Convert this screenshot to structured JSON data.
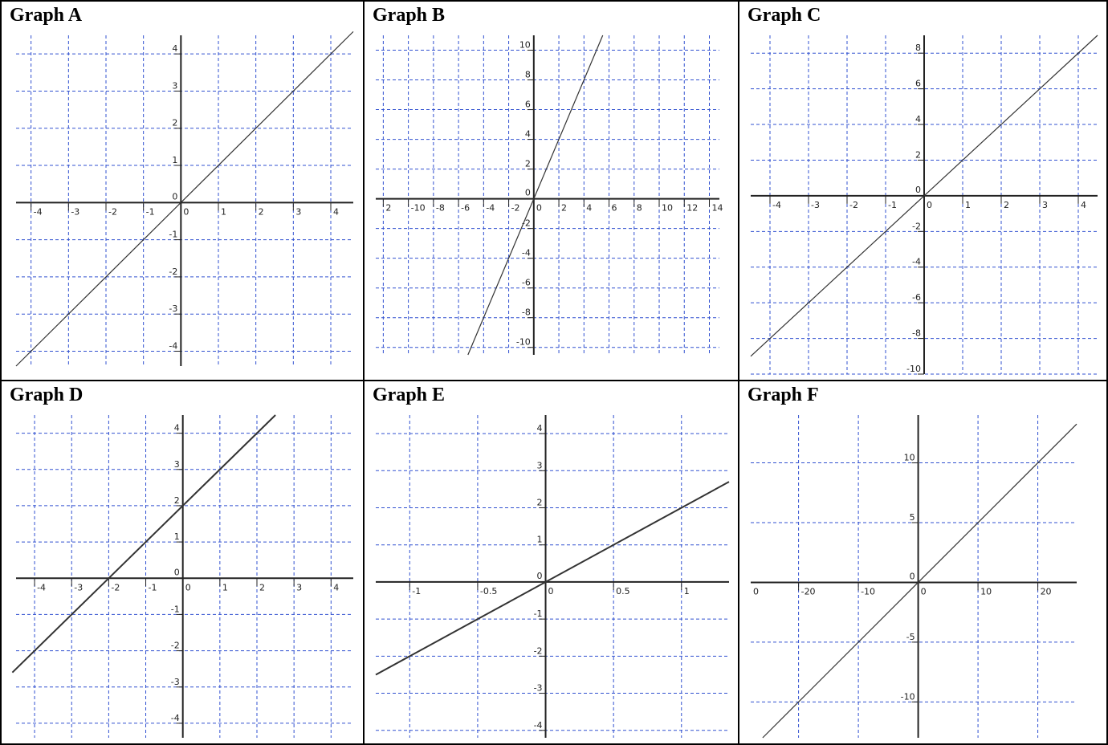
{
  "colors": {
    "grid": "#3050d0",
    "axis": "#222222",
    "line": "#333333",
    "border": "#000000"
  },
  "chart_data": [
    {
      "type": "line",
      "title": "Graph A",
      "xlim": [
        -4.4,
        4.6
      ],
      "ylim": [
        -4.4,
        4.5
      ],
      "x_ticks": [
        -4,
        -3,
        -2,
        -1,
        0,
        1,
        2,
        3,
        4
      ],
      "x_tick_labels": [
        "-4",
        "-3",
        "-2",
        "-1",
        "0",
        "1",
        "2",
        "3",
        "4"
      ],
      "y_ticks": [
        -4,
        -3,
        -2,
        -1,
        1,
        2,
        3,
        4
      ],
      "y_tick_labels": [
        "-4",
        "-3",
        "-2",
        "-1",
        "1",
        "2",
        "3",
        "4"
      ],
      "origin_label": "0",
      "grid": true,
      "series": [
        {
          "x": [
            -4.4,
            4.6
          ],
          "y": [
            -4.4,
            4.6
          ]
        }
      ]
    },
    {
      "type": "line",
      "title": "Graph B",
      "xlim": [
        -12.6,
        14.8
      ],
      "ylim": [
        -10.5,
        11
      ],
      "x_ticks": [
        -12,
        -10,
        -8,
        -6,
        -4,
        -2,
        0,
        2,
        4,
        6,
        8,
        10,
        12,
        14
      ],
      "x_tick_labels": [
        "2",
        "-10",
        "-8",
        "-6",
        "-4",
        "-2",
        "0",
        "2",
        "4",
        "6",
        "8",
        "10",
        "12",
        "14"
      ],
      "y_ticks": [
        -10,
        -8,
        -6,
        -4,
        -2,
        2,
        4,
        6,
        8,
        10
      ],
      "y_tick_labels": [
        "-10",
        "-8",
        "-6",
        "-4",
        "-2",
        "2",
        "4",
        "6",
        "8",
        "10"
      ],
      "origin_label": "0",
      "grid": true,
      "series": [
        {
          "x": [
            -5.25,
            5.5
          ],
          "y": [
            -10.5,
            11
          ]
        }
      ]
    },
    {
      "type": "line",
      "title": "Graph C",
      "xlim": [
        -4.5,
        4.5
      ],
      "ylim": [
        -10,
        9
      ],
      "x_ticks": [
        -4,
        -3,
        -2,
        -1,
        0,
        1,
        2,
        3,
        4
      ],
      "x_tick_labels": [
        "-4",
        "-3",
        "-2",
        "-1",
        "0",
        "1",
        "2",
        "3",
        "4"
      ],
      "y_ticks": [
        -10,
        -8,
        -6,
        -4,
        -2,
        2,
        4,
        6,
        8
      ],
      "y_tick_labels": [
        "-10",
        "-8",
        "-6",
        "-4",
        "-2",
        "2",
        "4",
        "6",
        "8"
      ],
      "origin_label": "0",
      "grid": true,
      "series": [
        {
          "x": [
            -4.5,
            4.5
          ],
          "y": [
            -9,
            9
          ]
        }
      ]
    },
    {
      "type": "line",
      "title": "Graph D",
      "xlim": [
        -4.5,
        4.6
      ],
      "ylim": [
        -4.4,
        4.5
      ],
      "x_ticks": [
        -4,
        -3,
        -2,
        -1,
        0,
        1,
        2,
        3,
        4
      ],
      "x_tick_labels": [
        "-4",
        "-3",
        "-2",
        "-1",
        "0",
        "1",
        "2",
        "3",
        "4"
      ],
      "y_ticks": [
        -4,
        -3,
        -2,
        -1,
        1,
        2,
        3,
        4
      ],
      "y_tick_labels": [
        "-4",
        "-3",
        "-2",
        "-1",
        "1",
        "2",
        "3",
        "4"
      ],
      "origin_label": "0",
      "grid": true,
      "series": [
        {
          "x": [
            -4.6,
            2.5
          ],
          "y": [
            -2.6,
            4.5
          ]
        }
      ]
    },
    {
      "type": "line",
      "title": "Graph E",
      "xlim": [
        -1.25,
        1.35
      ],
      "ylim": [
        -4.2,
        4.5
      ],
      "x_ticks": [
        -1,
        -0.5,
        0,
        0.5,
        1
      ],
      "x_tick_labels": [
        "-1",
        "-0.5",
        "0",
        "0.5",
        "1"
      ],
      "y_ticks": [
        -4,
        -3,
        -2,
        -1,
        1,
        2,
        3,
        4
      ],
      "y_tick_labels": [
        "-4",
        "-3",
        "-2",
        "-1",
        "1",
        "2",
        "3",
        "4"
      ],
      "origin_label": "0",
      "grid": true,
      "series": [
        {
          "x": [
            -1.25,
            1.35
          ],
          "y": [
            -2.5,
            2.7
          ]
        }
      ]
    },
    {
      "type": "line",
      "title": "Graph F",
      "xlim": [
        -28,
        26.5
      ],
      "ylim": [
        -13,
        14
      ],
      "x_ticks": [
        -20,
        -10,
        0,
        10,
        20
      ],
      "x_tick_labels": [
        "-20",
        "-10",
        "0",
        "10",
        "20"
      ],
      "y_ticks": [
        -10,
        -5,
        5,
        10
      ],
      "y_tick_labels": [
        "-10",
        "-5",
        "5",
        "10"
      ],
      "extra_x_labels": [
        {
          "x": -28,
          "label": "0"
        }
      ],
      "origin_label": "0",
      "grid": true,
      "series": [
        {
          "x": [
            -26,
            26.5
          ],
          "y": [
            -13,
            13.25
          ]
        }
      ]
    }
  ]
}
